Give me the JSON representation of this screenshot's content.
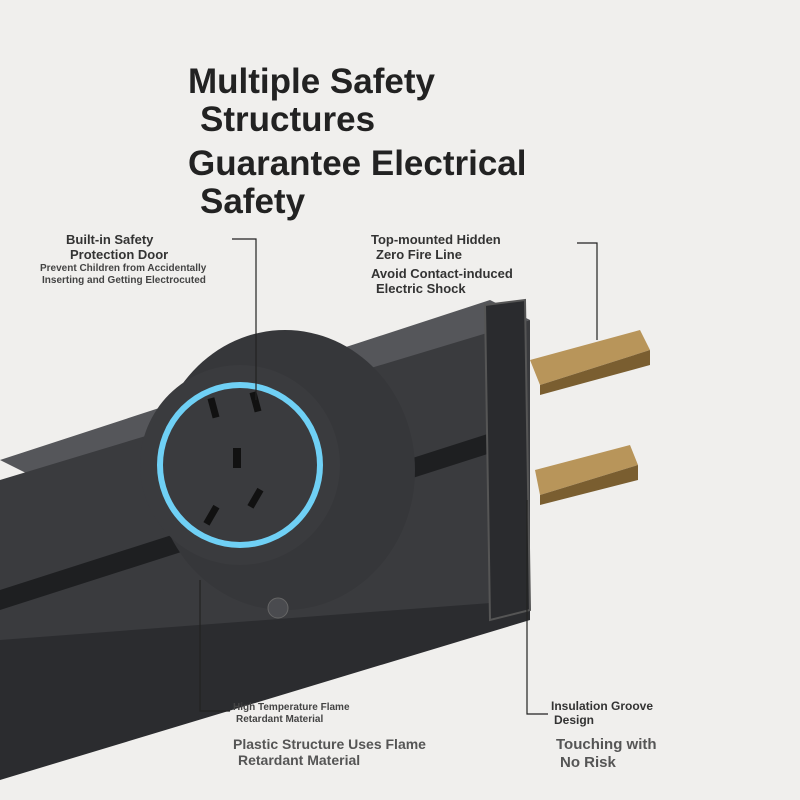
{
  "headline": {
    "line1": "Multiple Safety",
    "line2": "Structures",
    "line3": "Guarantee Electrical",
    "line4": "Safety"
  },
  "callouts": {
    "door_title1": "Built-in Safety",
    "door_title2": "Protection Door",
    "door_sub1": "Prevent Children from Accidentally",
    "door_sub2": "Inserting and Getting Electrocuted",
    "fire_title1": "Top-mounted Hidden",
    "fire_title2": "Zero Fire Line",
    "fire_sub1": "Avoid Contact-induced",
    "fire_sub2": "Electric Shock",
    "flame_title1": "High Temperature Flame",
    "flame_title2": "Retardant Material",
    "flame_sub1": "Plastic Structure Uses Flame",
    "flame_sub2": "Retardant Material",
    "groove_title1": "Insulation Groove",
    "groove_title2": "Design",
    "groove_sub1": "Touching with",
    "groove_sub2": "No Risk"
  },
  "colors": {
    "rail": "#3a3b3e",
    "ring": "#6fd0f5",
    "brass": "#b8955a"
  }
}
